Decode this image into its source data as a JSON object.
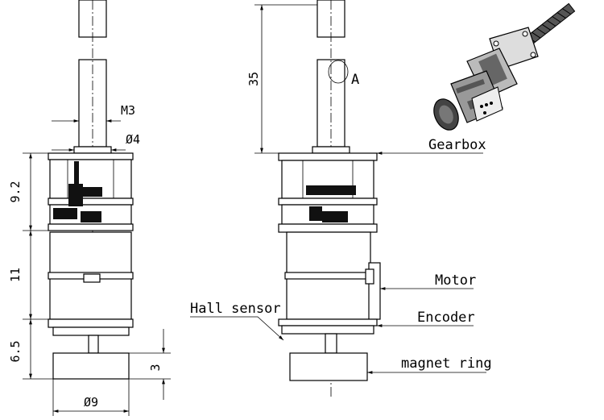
{
  "left_view": {
    "dims": {
      "thread": "M3",
      "shaft_dia": "Ø4",
      "gearbox_height": "9.2",
      "motor_height": "11",
      "encoder_height": "6.5",
      "magnet_height": "3",
      "magnet_dia": "Ø9"
    }
  },
  "right_view": {
    "dims": {
      "screw_length": "35"
    },
    "detail_marker": "A",
    "labels": {
      "gearbox": "Gearbox",
      "motor": "Motor",
      "hall_sensor": "Hall sensor",
      "encoder": "Encoder",
      "magnet_ring": "magnet ring"
    }
  },
  "iso_view": {
    "description_icon": "geared-motor-assembly-icon"
  }
}
